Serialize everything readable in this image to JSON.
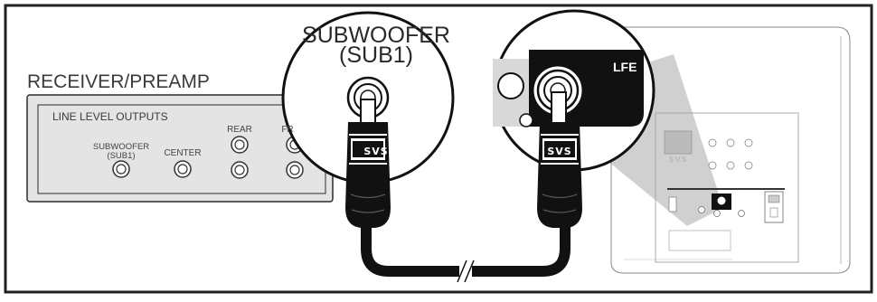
{
  "receiver": {
    "title": "RECEIVER/PREAMP",
    "section_label": "LINE LEVEL OUTPUTS",
    "outputs": {
      "subwoofer": "SUBWOOFER\n(SUB1)",
      "center": "CENTER",
      "rear": "REAR",
      "front": "FR"
    }
  },
  "magnifier_left": {
    "label": "SUBWOOFER\n(SUB1)"
  },
  "magnifier_right": {
    "label": "LFE"
  },
  "cable": {
    "brand": "SVS"
  },
  "subwoofer": {
    "brand": "SVS"
  },
  "colors": {
    "outline": "#222222",
    "panel_grey": "#e0e0e0",
    "callout": "#cfcfcf",
    "plug": "#1a1a1a",
    "background": "#ffffff"
  }
}
